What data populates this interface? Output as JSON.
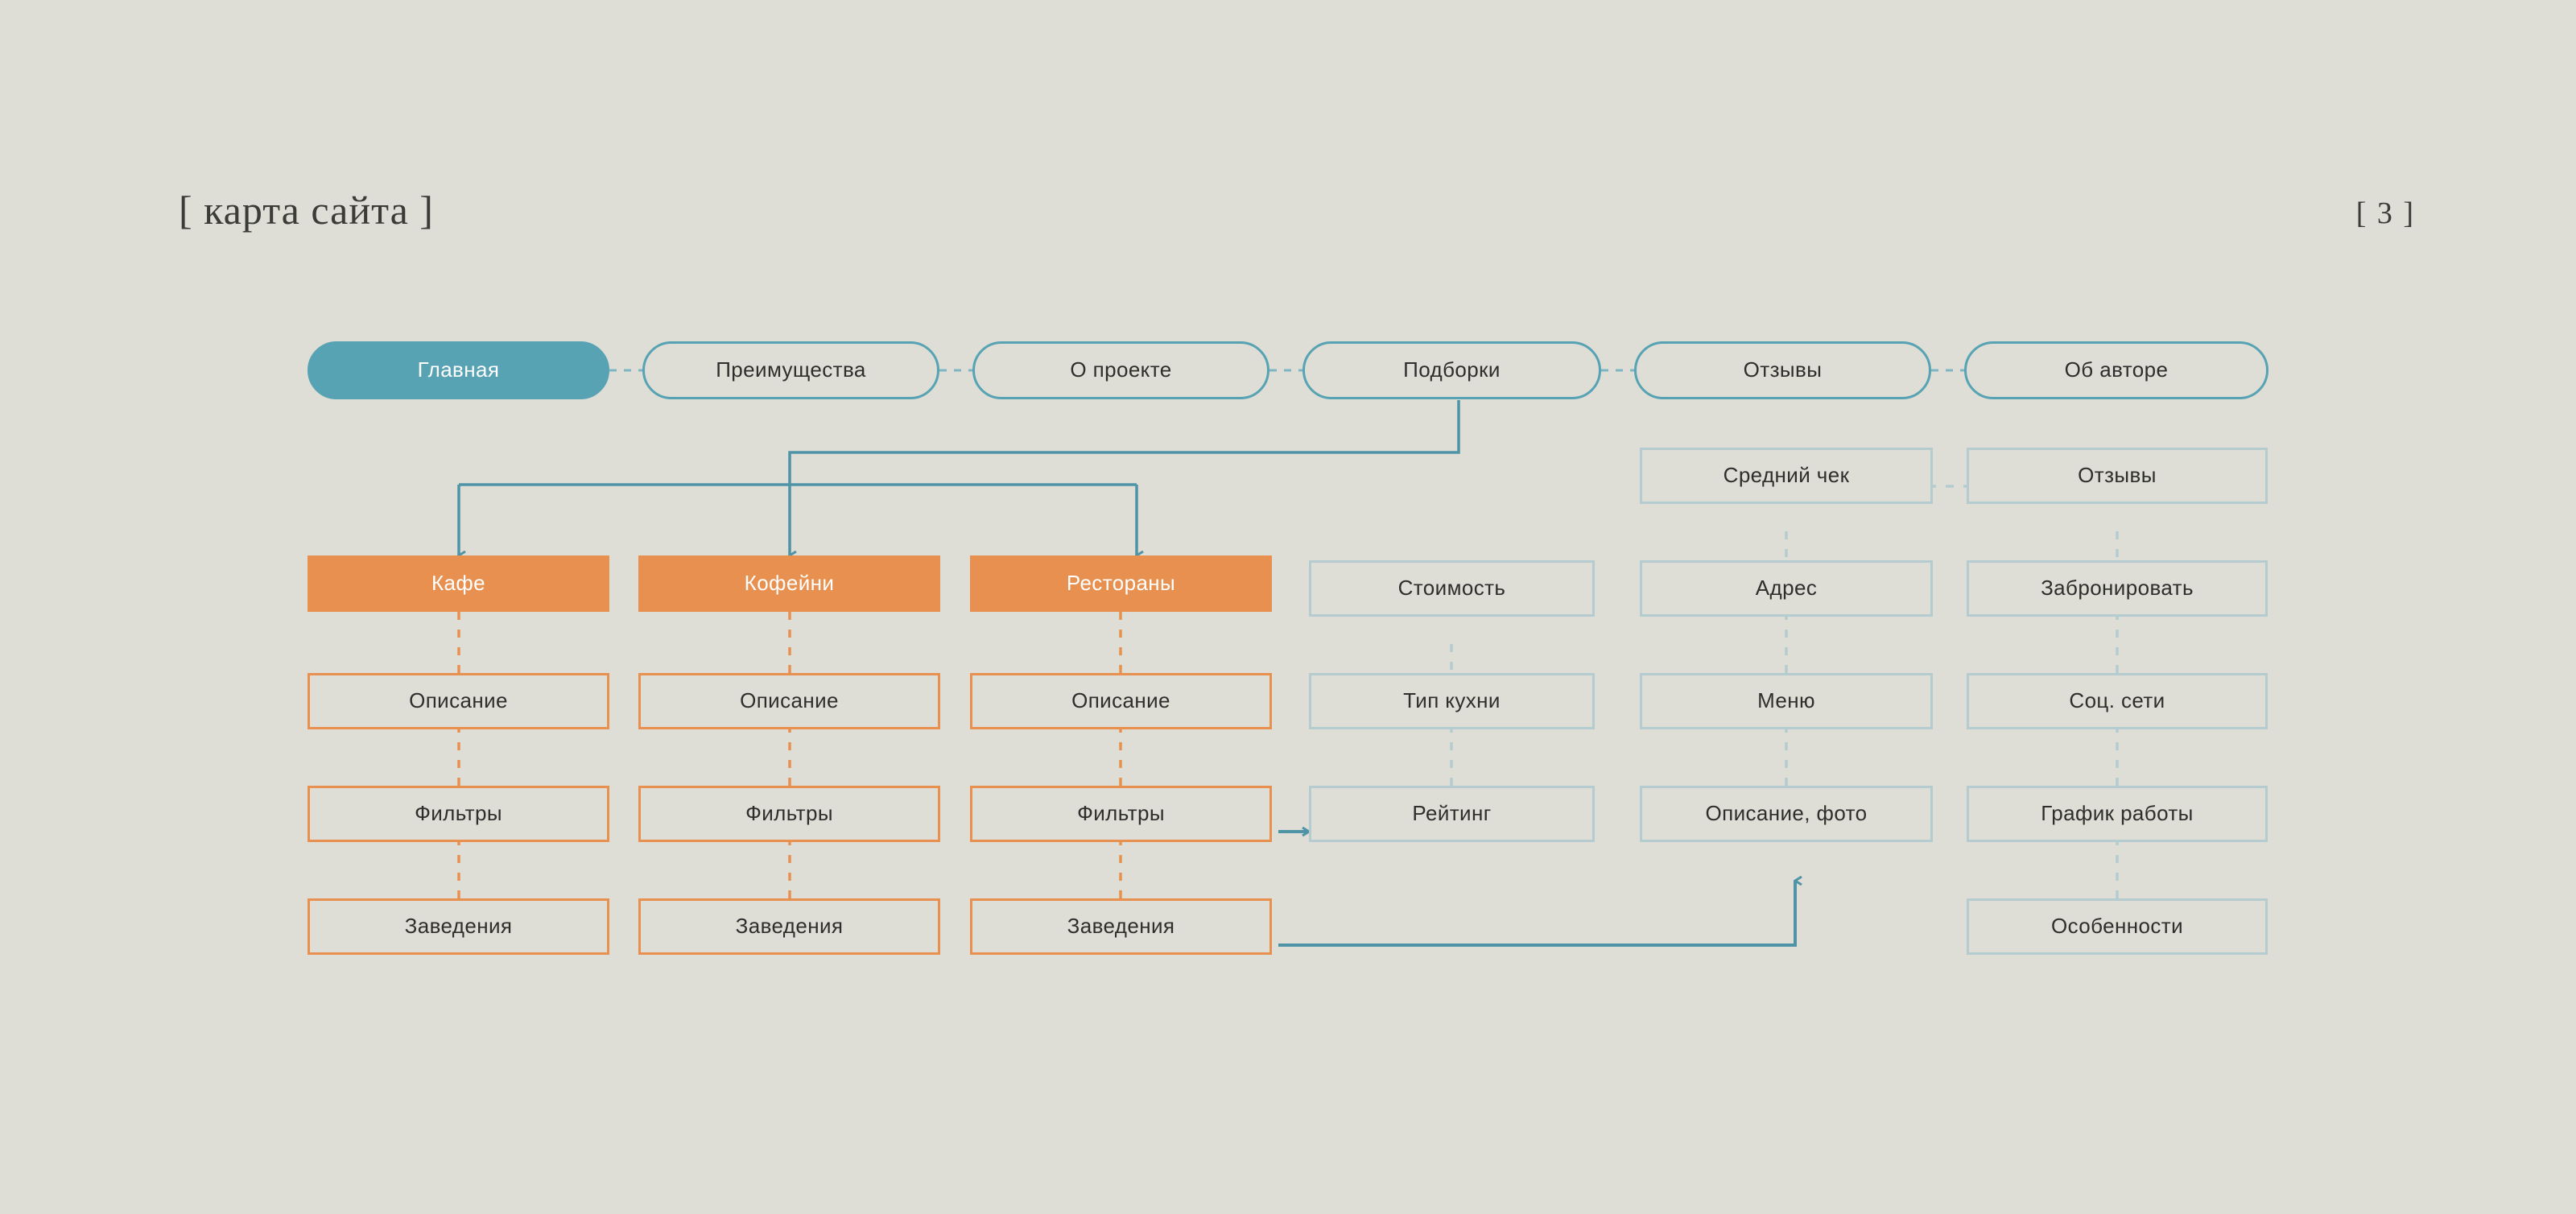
{
  "header": {
    "title": "[ карта сайта ]",
    "page_number": "[ 3 ]"
  },
  "colors": {
    "background": "#deded6",
    "teal": "#57a2b3",
    "teal_light": "#b4cccf",
    "orange": "#e8904f",
    "text": "#2e2e2c",
    "text_inverse": "#ffffff"
  },
  "nav_row": [
    {
      "label": "Главная",
      "style": "filled-teal"
    },
    {
      "label": "Преимущества",
      "style": "outline-teal"
    },
    {
      "label": "О проекте",
      "style": "outline-teal"
    },
    {
      "label": "Подборки",
      "style": "outline-teal"
    },
    {
      "label": "Отзывы",
      "style": "outline-teal"
    },
    {
      "label": "Об авторе",
      "style": "outline-teal"
    }
  ],
  "columns": {
    "cafe": {
      "header": "Кафе",
      "items": [
        "Описание",
        "Фильтры",
        "Заведения"
      ]
    },
    "coffee": {
      "header": "Кофейни",
      "items": [
        "Описание",
        "Фильтры",
        "Заведения"
      ]
    },
    "restaurants": {
      "header": "Рестораны",
      "items": [
        "Описание",
        "Фильтры",
        "Заведения"
      ]
    },
    "filters_detail": {
      "items": [
        "Стоимость",
        "Тип кухни",
        "Рейтинг"
      ]
    },
    "venue_detail": {
      "items": [
        "Средний чек",
        "Адрес",
        "Меню",
        "Описание, фото"
      ]
    },
    "reviews_detail": {
      "items": [
        "Отзывы",
        "Забронировать",
        "Соц. сети",
        "График работы",
        "Особенности"
      ]
    }
  },
  "connectors": {
    "podborki_to_categories": "Подборки → Кафе / Кофейни / Рестораны",
    "filtry_to_reyting": "Фильтры (Рестораны) → Рейтинг",
    "zavedeniya_to_opisanie_foto": "Заведения (Рестораны) → Описание, фото"
  }
}
